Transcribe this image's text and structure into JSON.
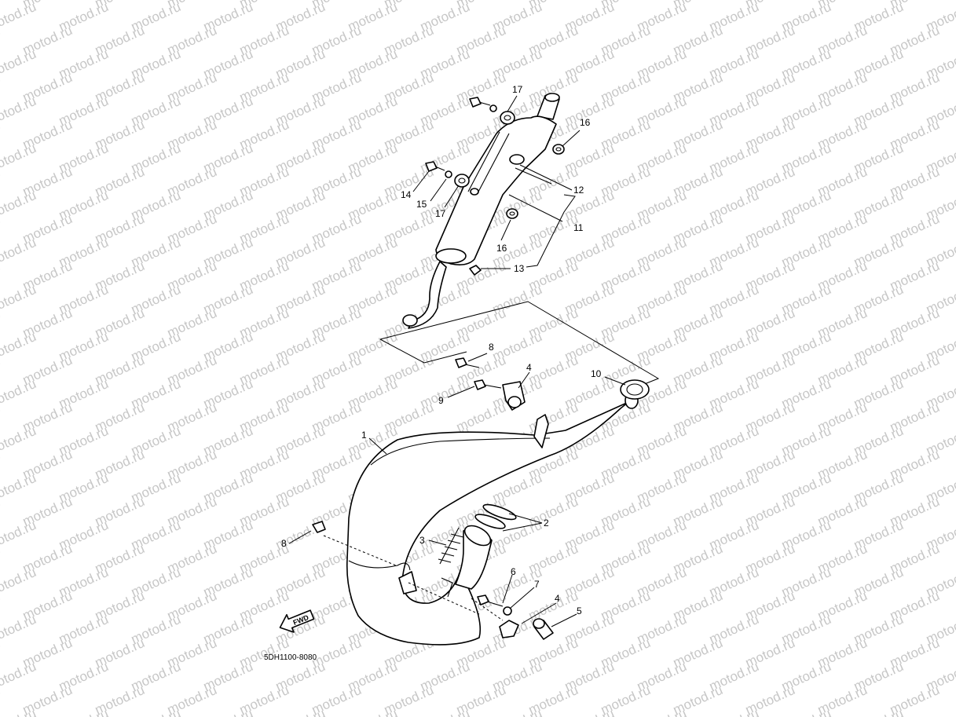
{
  "watermark": {
    "text": "motod.ru"
  },
  "diagram_code": "5DH1100-8080",
  "direction_indicator": "FWD",
  "callouts": [
    {
      "id": "1",
      "label": "1"
    },
    {
      "id": "2",
      "label": "2"
    },
    {
      "id": "3",
      "label": "3"
    },
    {
      "id": "4a",
      "label": "4"
    },
    {
      "id": "4b",
      "label": "4"
    },
    {
      "id": "5",
      "label": "5"
    },
    {
      "id": "6",
      "label": "6"
    },
    {
      "id": "7",
      "label": "7"
    },
    {
      "id": "8a",
      "label": "8"
    },
    {
      "id": "8b",
      "label": "8"
    },
    {
      "id": "9",
      "label": "9"
    },
    {
      "id": "10",
      "label": "10"
    },
    {
      "id": "11",
      "label": "11"
    },
    {
      "id": "12",
      "label": "12"
    },
    {
      "id": "13",
      "label": "13"
    },
    {
      "id": "14",
      "label": "14"
    },
    {
      "id": "15",
      "label": "15"
    },
    {
      "id": "16a",
      "label": "16"
    },
    {
      "id": "16b",
      "label": "16"
    },
    {
      "id": "17a",
      "label": "17"
    },
    {
      "id": "17b",
      "label": "17"
    }
  ]
}
